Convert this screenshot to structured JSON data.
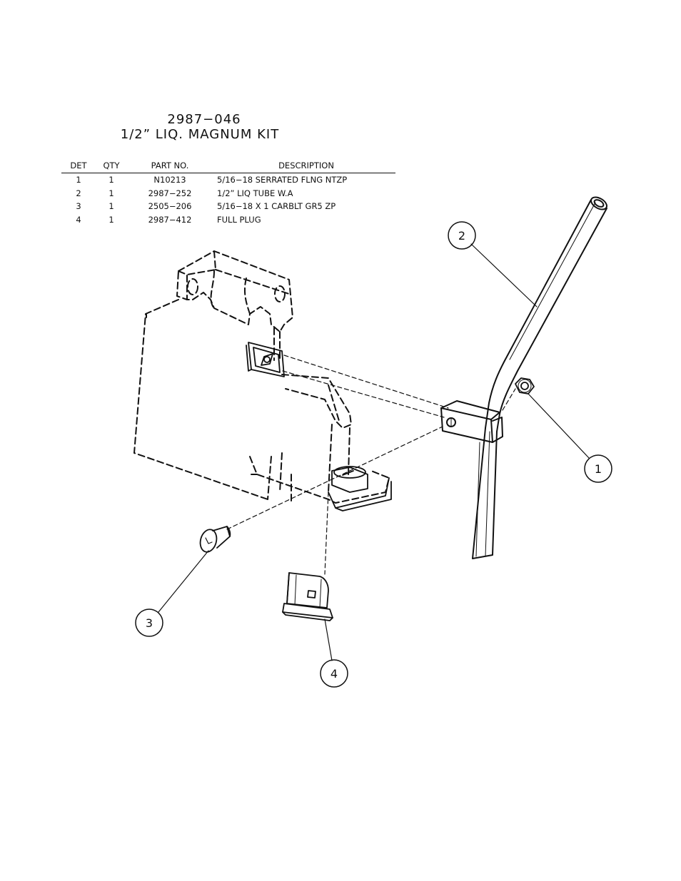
{
  "drawing": {
    "part_number": "2987−046",
    "kit_name": "1/2” LIQ. MAGNUM KIT"
  },
  "bom": {
    "headers": {
      "det": "DET",
      "qty": "QTY",
      "part_no": "PART NO.",
      "description": "DESCRIPTION"
    },
    "rows": [
      {
        "det": "1",
        "qty": "1",
        "part_no": "N10213",
        "description": "5/16−18 SERRATED FLNG NTZP"
      },
      {
        "det": "2",
        "qty": "1",
        "part_no": "2987−252",
        "description": "1/2” LIQ TUBE W.A"
      },
      {
        "det": "3",
        "qty": "1",
        "part_no": "2505−206",
        "description": "5/16−18 X 1 CARBLT GR5 ZP"
      },
      {
        "det": "4",
        "qty": "1",
        "part_no": "2987−412",
        "description": "FULL PLUG"
      }
    ]
  },
  "balloons": {
    "b1": "1",
    "b2": "2",
    "b3": "3",
    "b4": "4"
  },
  "colors": {
    "line": "#111111",
    "background": "#ffffff"
  }
}
